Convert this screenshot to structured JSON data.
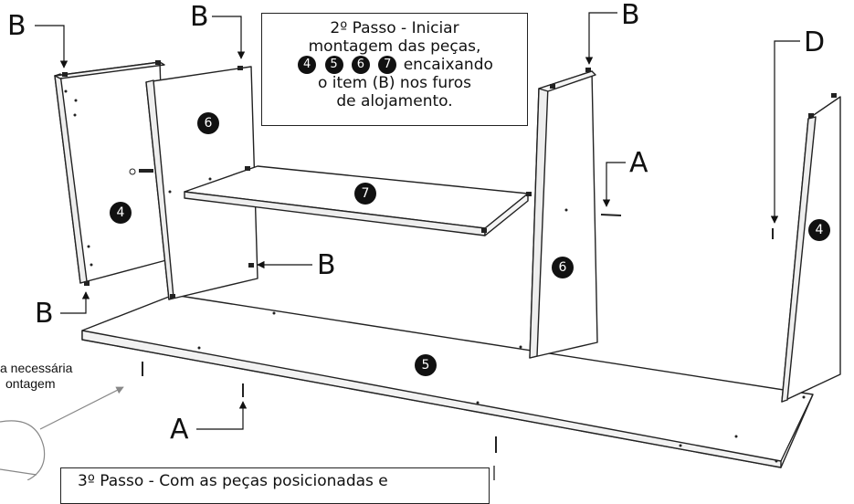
{
  "labels": {
    "b1": "B",
    "b2": "B",
    "b3": "B",
    "b4": "B",
    "b5": "B",
    "a1": "A",
    "a2": "A",
    "d": "D"
  },
  "step2": {
    "line1": "2º Passo - Iniciar",
    "line2": "montagem das peças,",
    "nums": [
      "4",
      "5",
      "6",
      "7"
    ],
    "line3_tail": "encaixando",
    "line4": "o item (B) nos furos",
    "line5": "de alojamento."
  },
  "step3": {
    "text": "3º Passo - Com as peças posicionadas e"
  },
  "note": {
    "line1": "a necessária",
    "line2": "ontagem"
  },
  "markers": {
    "m4a": "4",
    "m6a": "6",
    "m7": "7",
    "m6b": "6",
    "m4b": "4",
    "m5": "5"
  }
}
